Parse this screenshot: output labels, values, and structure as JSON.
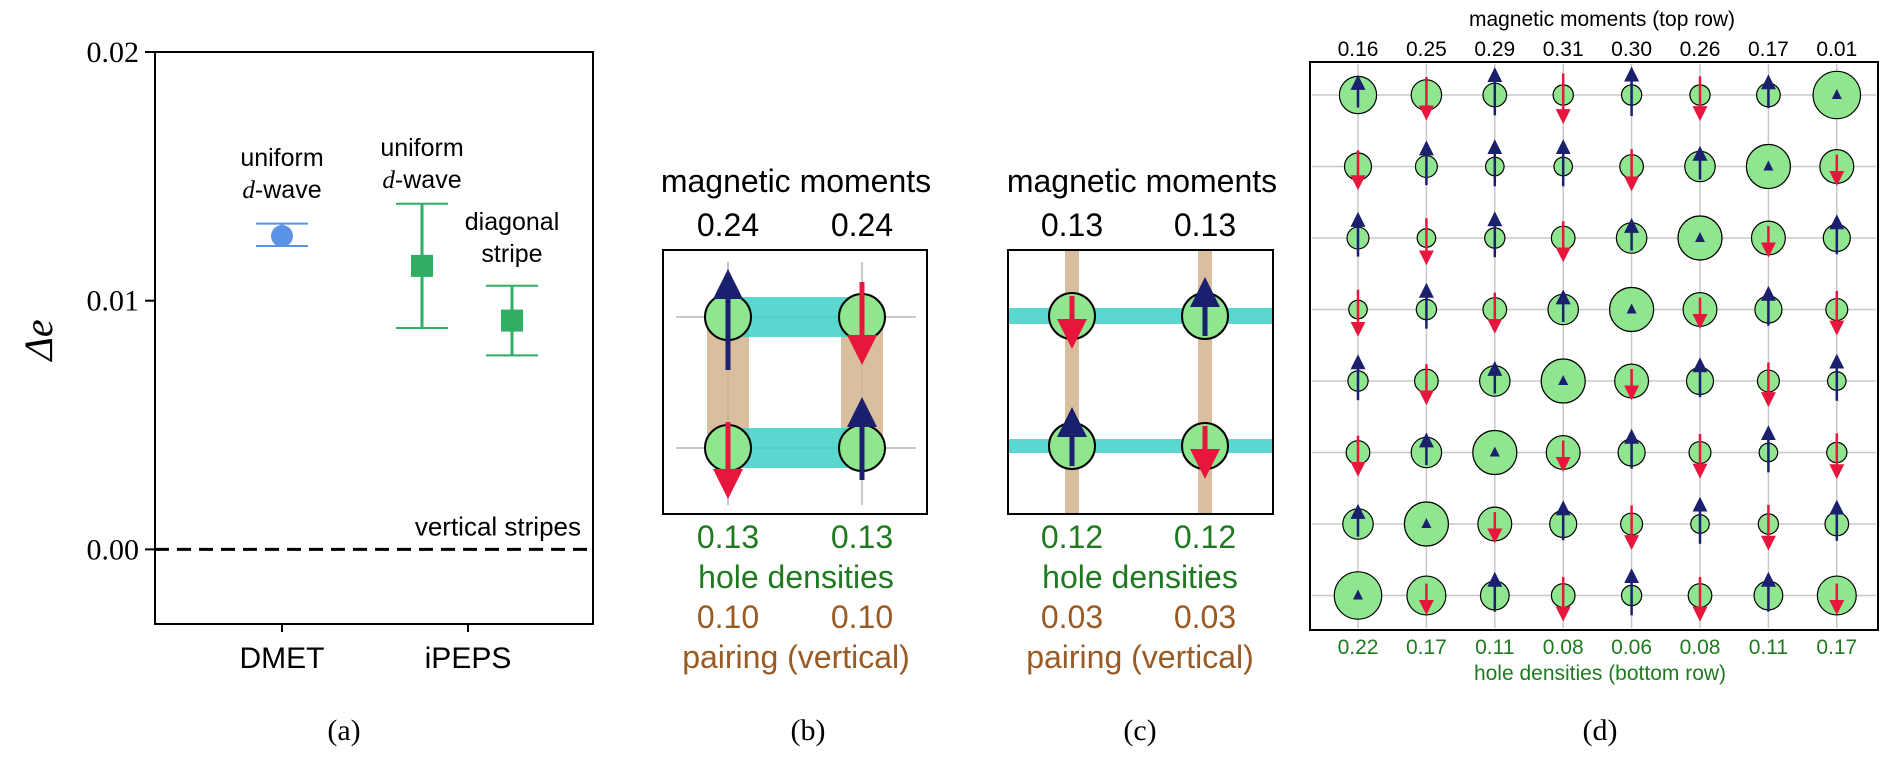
{
  "colors": {
    "spin_up": "#1a1f6e",
    "spin_down": "#e8163c",
    "site_fill": "#8fe68f",
    "hole_text": "#1f7a1f",
    "pair_text": "#9a5a22",
    "dmet": "#5a93e6",
    "ipeps": "#2fae64",
    "cyan_bond": "#40d0c8",
    "tan_bond": "#d2b48c"
  },
  "panels": {
    "a": {
      "caption": "(a)"
    },
    "b": {
      "caption": "(b)",
      "title": "magnetic moments",
      "moments": [
        "0.24",
        "0.24"
      ],
      "holes": [
        "0.13",
        "0.13"
      ],
      "holes_label": "hole densities",
      "pairs": [
        "0.10",
        "0.10"
      ],
      "pairs_label": "pairing (vertical)"
    },
    "c": {
      "caption": "(c)",
      "title": "magnetic moments",
      "moments": [
        "0.13",
        "0.13"
      ],
      "holes": [
        "0.12",
        "0.12"
      ],
      "holes_label": "hole densities",
      "pairs": [
        "0.03",
        "0.03"
      ],
      "pairs_label": "pairing (vertical)"
    },
    "d": {
      "caption": "(d)",
      "top_title": "magnetic moments (top row)",
      "top_values": [
        "0.16",
        "0.25",
        "0.29",
        "0.31",
        "0.30",
        "0.26",
        "0.17",
        "0.01"
      ],
      "bottom_values": [
        "0.22",
        "0.17",
        "0.11",
        "0.08",
        "0.06",
        "0.08",
        "0.11",
        "0.17"
      ],
      "bottom_title": "hole densities (bottom row)"
    }
  },
  "chart_data": {
    "type": "scatter",
    "ylabel": "Δe",
    "ylim": [
      -0.003,
      0.02
    ],
    "yticks": [
      "0.00",
      "0.01",
      "0.02"
    ],
    "categories": [
      "DMET",
      "iPEPS"
    ],
    "reference": {
      "y": 0.0,
      "label": "vertical stripes",
      "style": "dashed"
    },
    "series": [
      {
        "method": "DMET",
        "label_lines": [
          "uniform",
          "d-wave"
        ],
        "y": 0.0126,
        "err_low": 0.0122,
        "err_high": 0.0131,
        "marker": "circle",
        "color": "#5a93e6"
      },
      {
        "method": "iPEPS",
        "label_lines": [
          "uniform",
          "d-wave"
        ],
        "y": 0.0114,
        "err_low": 0.0089,
        "err_high": 0.0139,
        "marker": "square",
        "color": "#2fae64"
      },
      {
        "method": "iPEPS",
        "label_lines": [
          "diagonal",
          "stripe"
        ],
        "y": 0.0092,
        "err_low": 0.0078,
        "err_high": 0.0106,
        "marker": "square",
        "color": "#2fae64"
      }
    ]
  },
  "grid_d": {
    "spins": [
      [
        "u",
        "d",
        "u",
        "d",
        "u",
        "d",
        "u",
        "u"
      ],
      [
        "d",
        "u",
        "u",
        "u",
        "d",
        "u",
        "u",
        "d"
      ],
      [
        "u",
        "d",
        "u",
        "d",
        "u",
        "u",
        "d",
        "u"
      ],
      [
        "d",
        "u",
        "d",
        "u",
        "u",
        "d",
        "u",
        "d"
      ],
      [
        "u",
        "d",
        "u",
        "u",
        "d",
        "u",
        "d",
        "u"
      ],
      [
        "d",
        "u",
        "u",
        "d",
        "u",
        "d",
        "u",
        "d"
      ],
      [
        "u",
        "u",
        "d",
        "u",
        "d",
        "u",
        "d",
        "u"
      ],
      [
        "u",
        "d",
        "u",
        "d",
        "u",
        "d",
        "u",
        "d"
      ]
    ],
    "holes": [
      [
        0.16,
        0.12,
        0.08,
        0.06,
        0.06,
        0.06,
        0.08,
        0.22
      ],
      [
        0.1,
        0.07,
        0.05,
        0.05,
        0.08,
        0.12,
        0.2,
        0.14
      ],
      [
        0.07,
        0.05,
        0.06,
        0.08,
        0.12,
        0.2,
        0.14,
        0.1
      ],
      [
        0.05,
        0.06,
        0.08,
        0.12,
        0.2,
        0.14,
        0.1,
        0.07
      ],
      [
        0.06,
        0.08,
        0.12,
        0.2,
        0.14,
        0.1,
        0.07,
        0.05
      ],
      [
        0.08,
        0.12,
        0.2,
        0.14,
        0.1,
        0.07,
        0.05,
        0.06
      ],
      [
        0.12,
        0.2,
        0.14,
        0.1,
        0.07,
        0.05,
        0.06,
        0.08
      ],
      [
        0.22,
        0.17,
        0.11,
        0.08,
        0.06,
        0.08,
        0.11,
        0.17
      ]
    ],
    "moments": [
      [
        0.16,
        0.25,
        0.29,
        0.31,
        0.3,
        0.26,
        0.17,
        0.01
      ],
      [
        0.22,
        0.26,
        0.28,
        0.28,
        0.24,
        0.17,
        0.03,
        0.15
      ],
      [
        0.26,
        0.28,
        0.27,
        0.23,
        0.16,
        0.03,
        0.15,
        0.22
      ],
      [
        0.28,
        0.27,
        0.23,
        0.16,
        0.03,
        0.15,
        0.22,
        0.26
      ],
      [
        0.27,
        0.23,
        0.16,
        0.03,
        0.15,
        0.22,
        0.26,
        0.28
      ],
      [
        0.23,
        0.16,
        0.03,
        0.15,
        0.22,
        0.26,
        0.28,
        0.27
      ],
      [
        0.16,
        0.03,
        0.15,
        0.22,
        0.26,
        0.28,
        0.27,
        0.23
      ],
      [
        0.03,
        0.15,
        0.22,
        0.26,
        0.28,
        0.26,
        0.22,
        0.15
      ]
    ]
  }
}
